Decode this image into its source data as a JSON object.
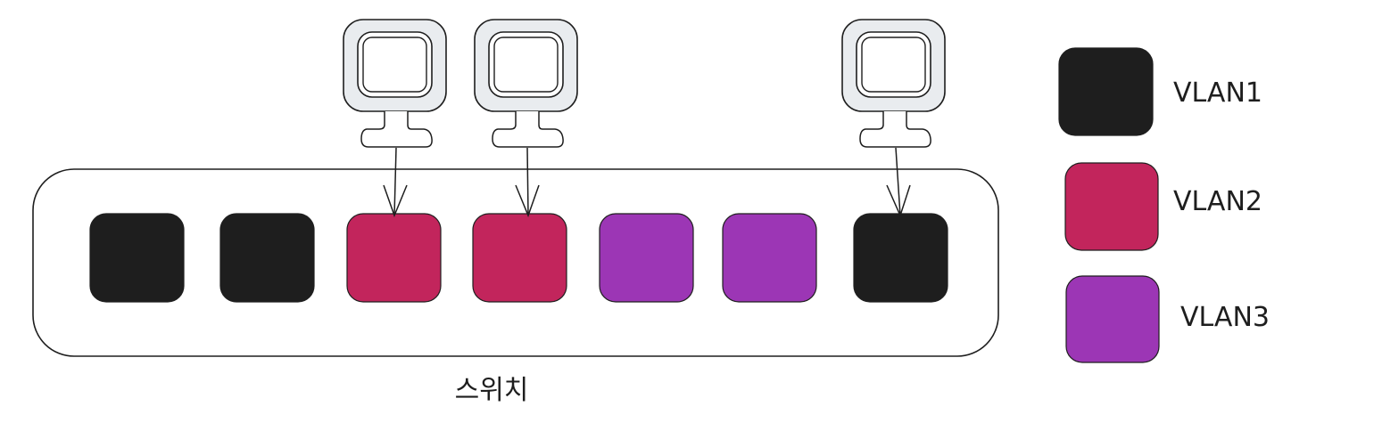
{
  "switch": {
    "label": "스위치",
    "ports": [
      {
        "vlan": "VLAN1"
      },
      {
        "vlan": "VLAN1"
      },
      {
        "vlan": "VLAN2"
      },
      {
        "vlan": "VLAN2"
      },
      {
        "vlan": "VLAN3"
      },
      {
        "vlan": "VLAN3"
      },
      {
        "vlan": "VLAN1"
      }
    ]
  },
  "computers": [
    {
      "connected_port": 3,
      "icon": "computer-icon"
    },
    {
      "connected_port": 4,
      "icon": "computer-icon"
    },
    {
      "connected_port": 7,
      "icon": "computer-icon"
    }
  ],
  "legend": [
    {
      "label": "VLAN1",
      "color": "#1e1e1e"
    },
    {
      "label": "VLAN2",
      "color": "#c2255c"
    },
    {
      "label": "VLAN3",
      "color": "#9c36b5"
    }
  ],
  "colors": {
    "VLAN1": "#1e1e1e",
    "VLAN2": "#c2255c",
    "VLAN3": "#9c36b5",
    "stroke": "#1e1e1e",
    "monitor_fill": "#e9ecef"
  }
}
